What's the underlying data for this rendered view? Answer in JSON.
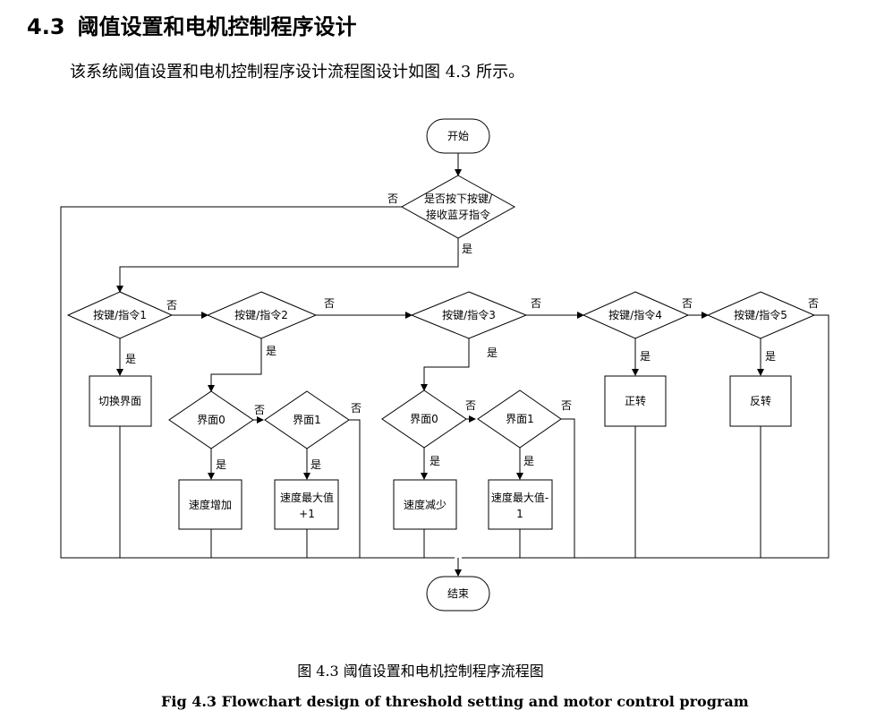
{
  "heading": {
    "number": "4.3",
    "title": "阈值设置和电机控制程序设计"
  },
  "intro": "该系统阈值设置和电机控制程序设计流程图设计如图 4.3 所示。",
  "flowchart": {
    "start": "开始",
    "end": "结束",
    "decision_main_line1": "是否按下按键/",
    "decision_main_line2": "接收蓝牙指令",
    "d1": "按键/指令1",
    "d2": "按键/指令2",
    "d3": "按键/指令3",
    "d4": "按键/指令4",
    "d5": "按键/指令5",
    "iface0_a": "界面0",
    "iface1_a": "界面1",
    "iface0_b": "界面0",
    "iface1_b": "界面1",
    "switch_ui": "切换界面",
    "speed_up": "速度增加",
    "max_plus_line1": "速度最大值",
    "max_plus_line2": "+1",
    "speed_down": "速度减少",
    "max_minus_line1": "速度最大值-",
    "max_minus_line2": "1",
    "forward": "正转",
    "reverse": "反转",
    "yes": "是",
    "no": "否"
  },
  "caption": "图 4.3 阈值设置和电机控制程序流程图",
  "caption_en": "Fig 4.3 Flowchart design of threshold setting and motor control program"
}
